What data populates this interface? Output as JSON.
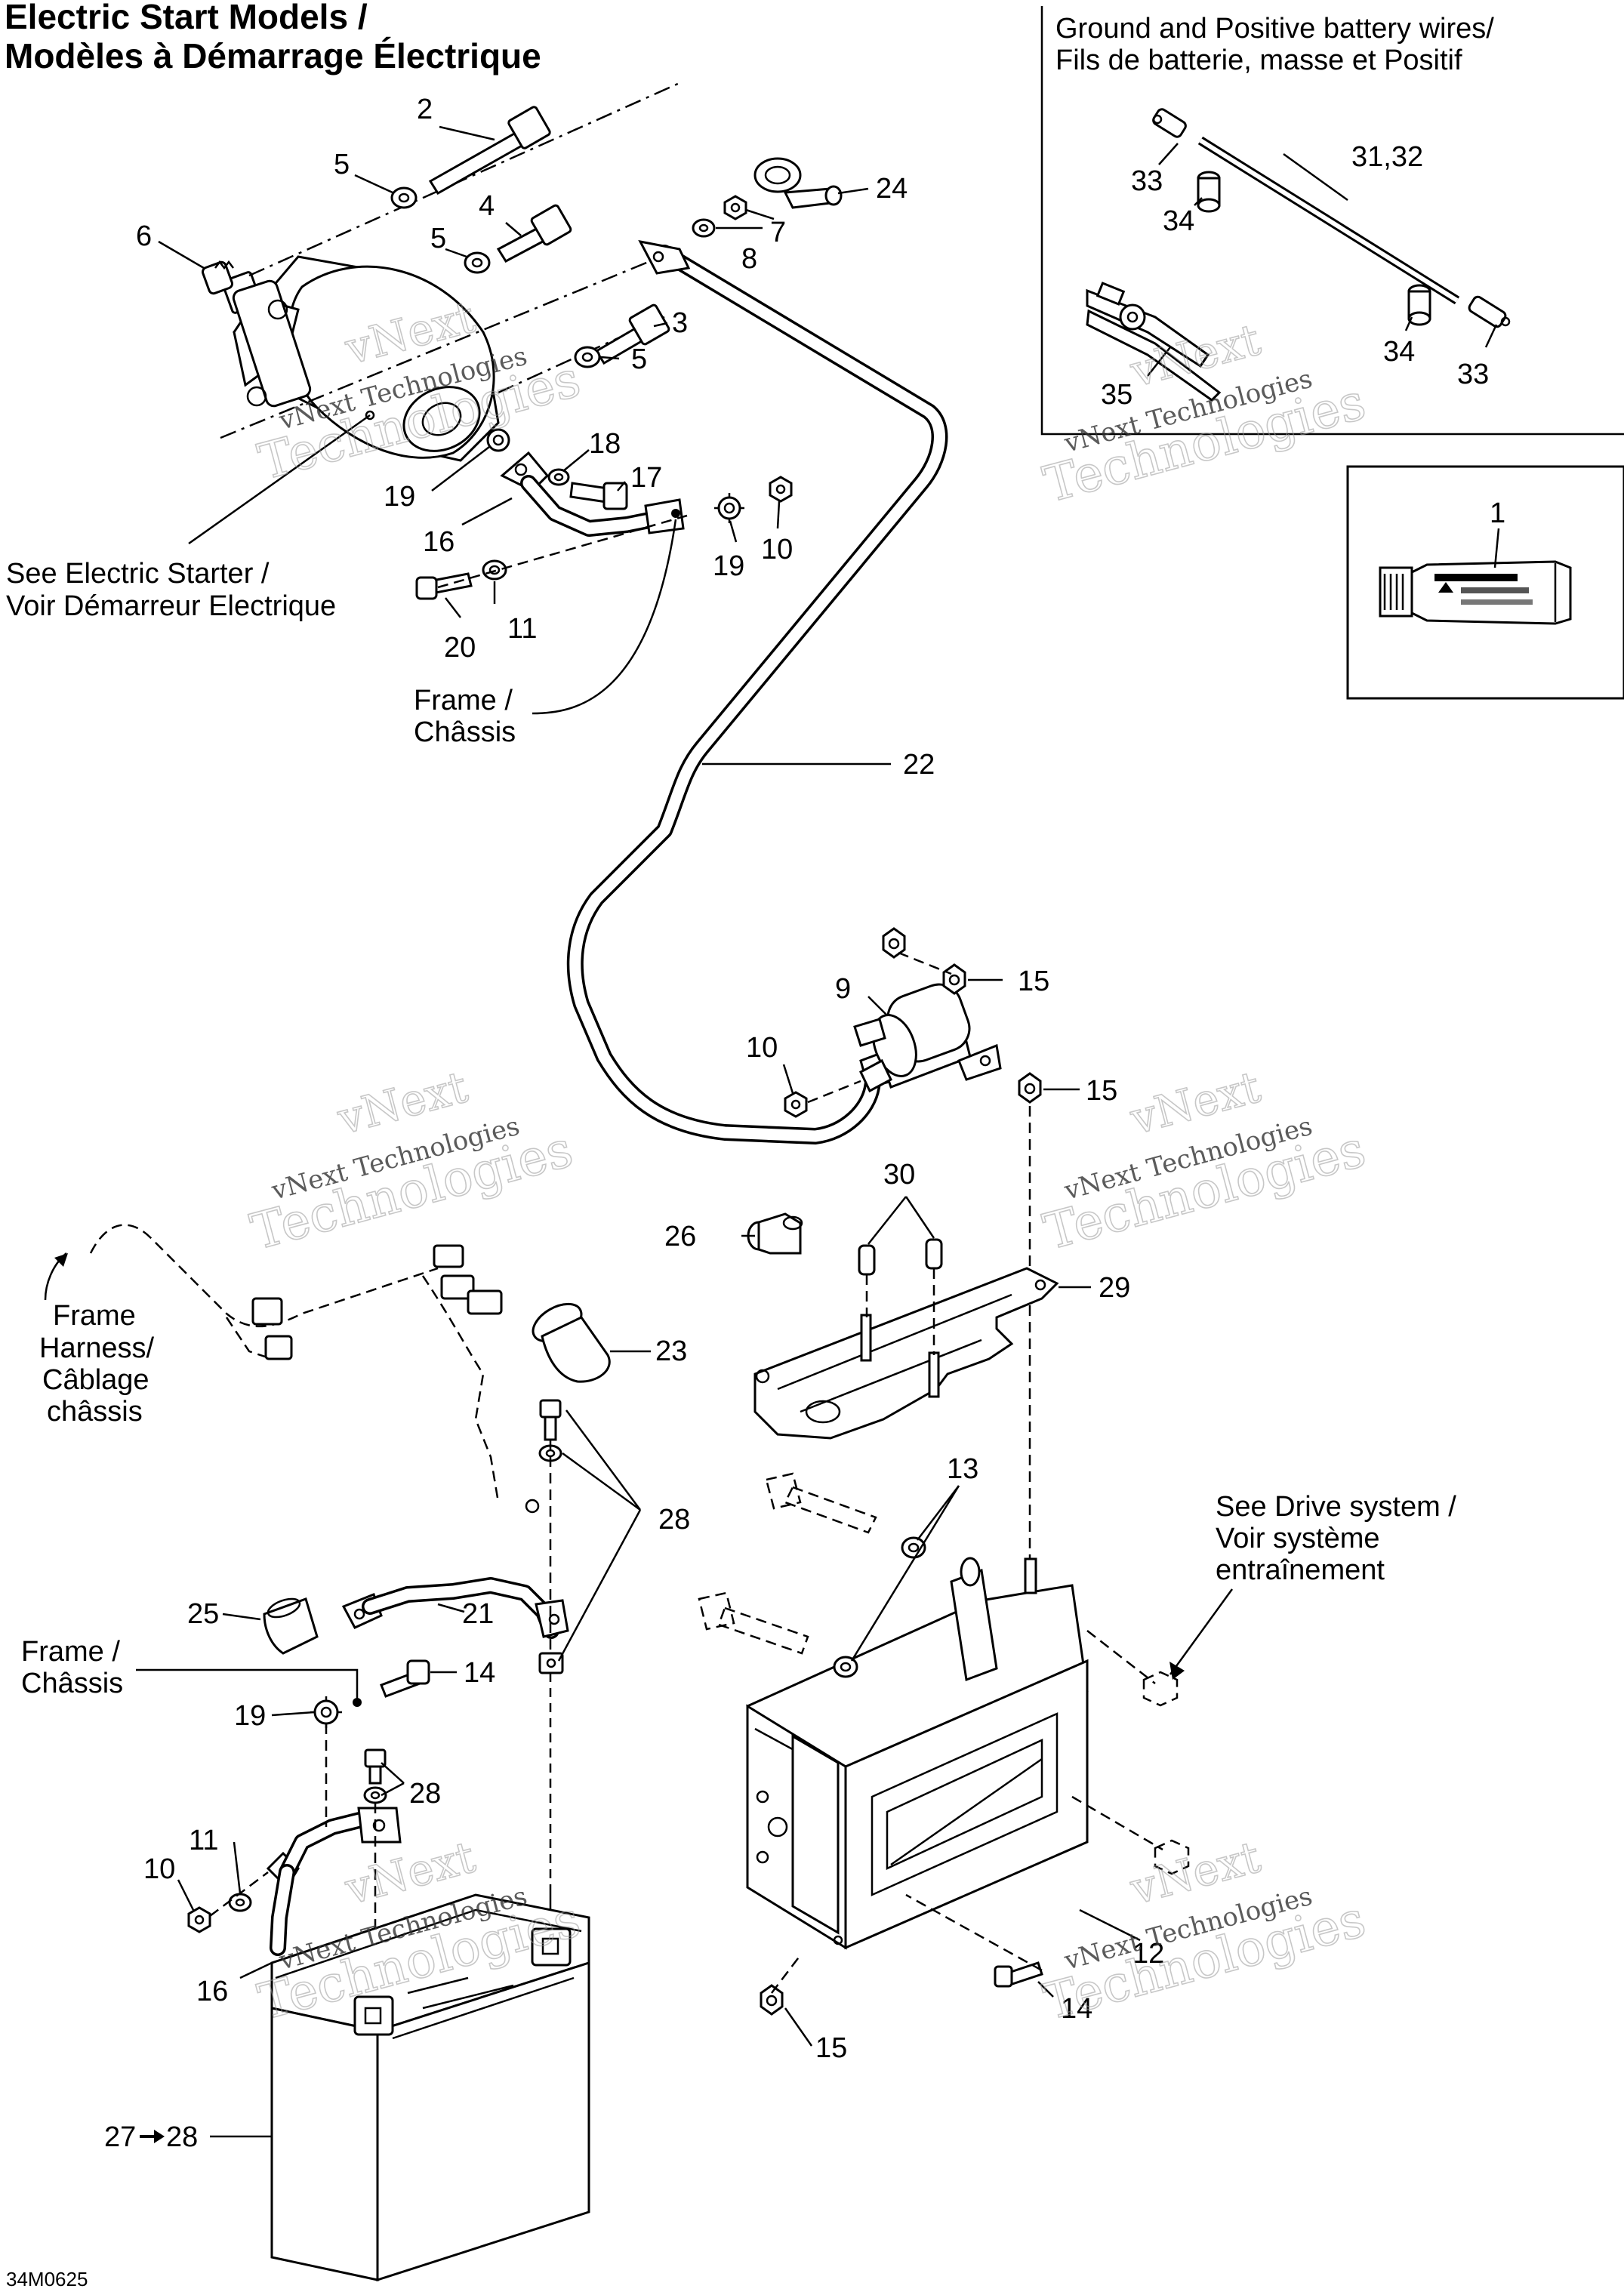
{
  "title": {
    "line1": "Electric Start Models /",
    "line2": "Modèles à Démarrage Électrique"
  },
  "inset_wires": {
    "title_line1": "Ground and Positive battery wires/",
    "title_line2": "Fils de batterie, masse et Positif"
  },
  "notes": {
    "electric_starter_1": "See Electric Starter /",
    "electric_starter_2": "Voir Démarreur Electrique",
    "frame_top_1": "Frame /",
    "frame_top_2": "Châssis",
    "frame_harness_1": "Frame",
    "frame_harness_2": "Harness/",
    "frame_harness_3": "Câblage",
    "frame_harness_4": "châssis",
    "drive_system_1": "See Drive system /",
    "drive_system_2": "Voir système",
    "drive_system_3": "entraînement",
    "frame_bottom_1": "Frame /",
    "frame_bottom_2": "Châssis"
  },
  "callouts": {
    "c1": "1",
    "c2": "2",
    "c3": "3",
    "c4": "4",
    "c5a": "5",
    "c5b": "5",
    "c5c": "5",
    "c6": "6",
    "c7": "7",
    "c8": "8",
    "c9": "9",
    "c10a": "10",
    "c10b": "10",
    "c10c": "10",
    "c11a": "11",
    "c11b": "11",
    "c12": "12",
    "c13": "13",
    "c14a": "14",
    "c14b": "14",
    "c15a": "15",
    "c15b": "15",
    "c15c": "15",
    "c16a": "16",
    "c16b": "16",
    "c17": "17",
    "c18": "18",
    "c19a": "19",
    "c19b": "19",
    "c19c": "19",
    "c20": "20",
    "c21": "21",
    "c22": "22",
    "c23": "23",
    "c24": "24",
    "c25": "25",
    "c26": "26",
    "c27_28a": "27",
    "c27_28b": "28",
    "c28a": "28",
    "c28b": "28",
    "c29": "29",
    "c30": "30",
    "c31_32": "31,32",
    "c33a": "33",
    "c33b": "33",
    "c34a": "34",
    "c34b": "34",
    "c35": "35"
  },
  "watermark": {
    "brand": "vNext",
    "word": "Technologies",
    "full": "vNext Technologies"
  },
  "drawing_code": "34M0625"
}
